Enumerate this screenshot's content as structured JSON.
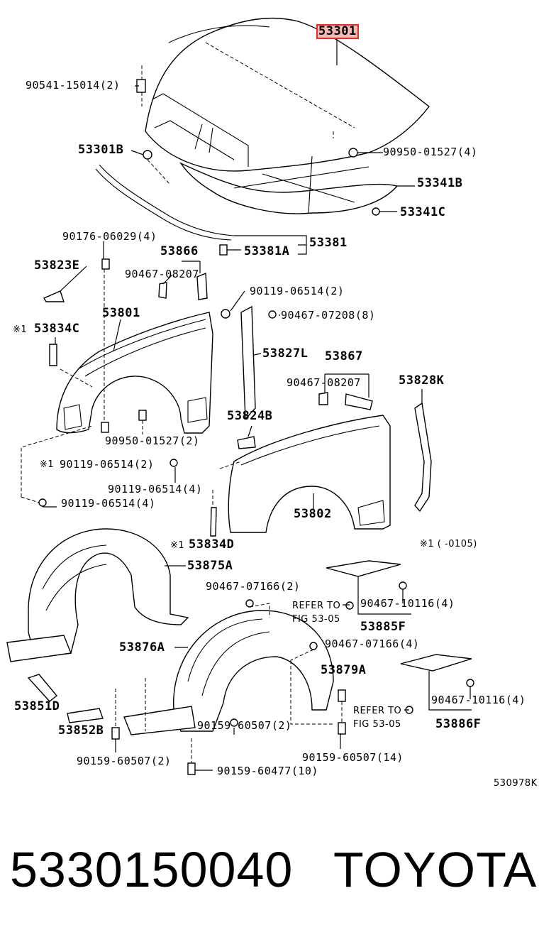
{
  "diagram": {
    "labels": {
      "hood": "53301",
      "hood_b": "53301B",
      "clip_90541": "90541-15014(2)",
      "clip_90950_hood": "90950-01527(4)",
      "insulator_b": "53341B",
      "insulator_c": "53341C",
      "seal_53381": "53381",
      "seal_53381a": "53381A",
      "clip_90176": "90176-06029(4)",
      "part_53866": "53866",
      "clip_90467_08207_a": "90467-08207",
      "part_53823e": "53823E",
      "bolt_90119_a": "90119-06514(2)",
      "clip_90467_07208": "90467-07208(8)",
      "fender_lh": "53801",
      "part_53834c": "53834C",
      "part_53827l": "53827L",
      "part_53867": "53867",
      "clip_90467_08207_b": "90467-08207",
      "part_53828k": "53828K",
      "part_53824b": "53824B",
      "clip_90950_fender": "90950-01527(2)",
      "bolt_90119_b": "90119-06514(2)",
      "bolt_90119_c": "90119-06514(4)",
      "bolt_90119_d": "90119-06514(4)",
      "fender_rh": "53802",
      "part_53834d": "53834D",
      "note_range": "※1 (      -0105)",
      "note_mark_1": "※1",
      "note_mark_2": "※1",
      "note_mark_3": "※1",
      "liner_53875a": "53875A",
      "clip_90467_07166_a": "90467-07166(2)",
      "refer_1": "REFER TO",
      "refer_1b": "FIG 53-05",
      "clip_90467_10116_a": "90467-10116(4)",
      "cover_53885f": "53885F",
      "liner_53876a": "53876A",
      "clip_90467_07166_b": "90467-07166(4)",
      "part_53879a": "53879A",
      "part_53851d": "53851D",
      "part_53852b": "53852B",
      "refer_2": "REFER TO",
      "refer_2b": "FIG 53-05",
      "clip_90467_10116_b": "90467-10116(4)",
      "cover_53886f": "53886F",
      "screw_90159_a": "90159-60507(2)",
      "screw_90159_b": "90159-60507(2)",
      "screw_90159_c": "90159-60507(14)",
      "screw_90159_60477": "90159-60477(10)",
      "fig_code": "530978K"
    }
  },
  "footer": {
    "part_number": "5330150040",
    "brand": "TOYOTA"
  },
  "colors": {
    "highlight_border": "#d6342d",
    "highlight_fill": "#f6b8b2",
    "ink": "#000000"
  }
}
